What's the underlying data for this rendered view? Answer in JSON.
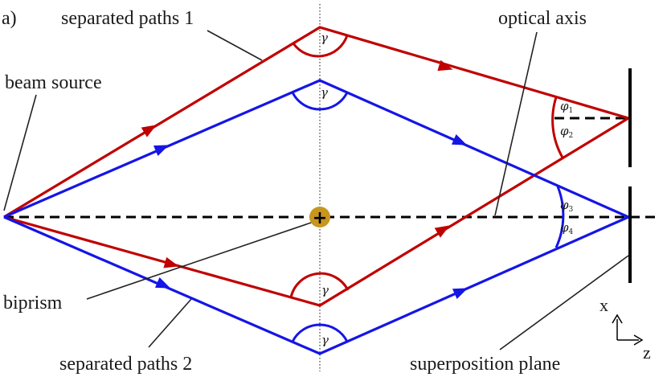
{
  "panel_label": "a)",
  "labels": {
    "separated_paths_1": "separated paths 1",
    "separated_paths_2": "separated paths 2",
    "optical_axis": "optical axis",
    "beam_source": "beam source",
    "biprism": "biprism",
    "superposition_plane": "superposition plane"
  },
  "angles": {
    "gamma": "γ",
    "phi": "φ",
    "phi_1_sub": "1",
    "phi_2_sub": "2",
    "phi_3_sub": "3",
    "phi_4_sub": "4"
  },
  "axes": {
    "x": "x",
    "z": "z"
  },
  "biprism_marker": "+",
  "colors": {
    "red_path": "#c00000",
    "blue_path": "#1515e6",
    "biprism_fill": "#c8961e",
    "line": "#000000"
  }
}
